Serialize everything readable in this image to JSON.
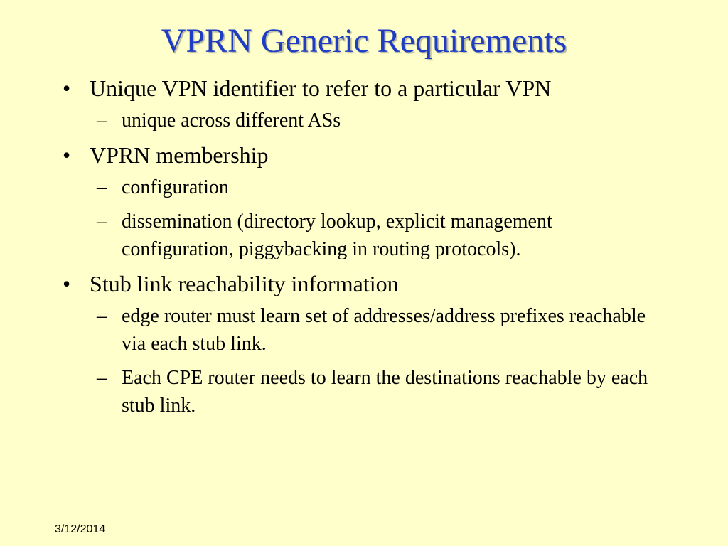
{
  "slide": {
    "title": "VPRN Generic Requirements",
    "date": "3/12/2014",
    "bullet_marker": "•",
    "sub_marker": "–",
    "bullets": [
      {
        "text": "Unique VPN identifier to refer to a particular VPN",
        "subs": [
          "unique across different ASs"
        ]
      },
      {
        "text": "VPRN membership",
        "subs": [
          "configuration",
          "dissemination (directory lookup, explicit management configuration, piggybacking in routing protocols)."
        ]
      },
      {
        "text": "Stub link reachability information",
        "subs": [
          "edge router must learn set of addresses/address prefixes reachable via each stub link.",
          "Each CPE router needs to learn the destinations reachable by each stub link."
        ]
      }
    ]
  }
}
